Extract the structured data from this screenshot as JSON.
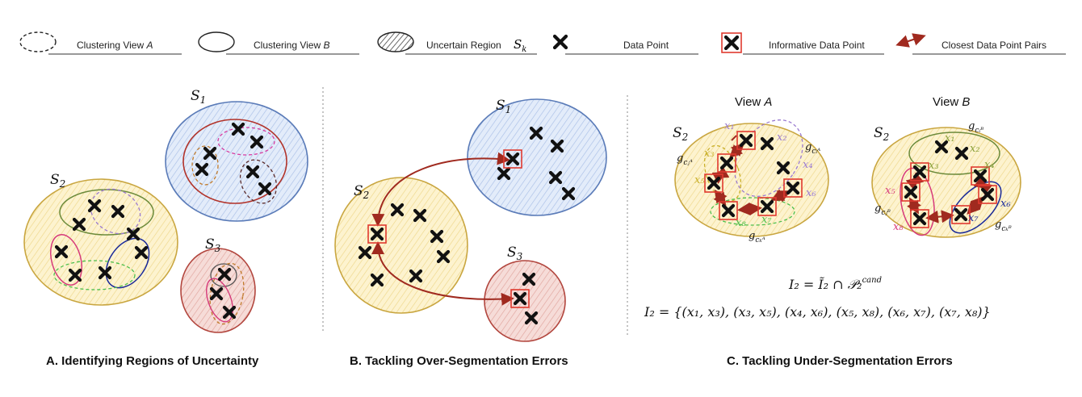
{
  "legend": {
    "view_a": {
      "label_prefix": "Clustering View ",
      "label_var": "A"
    },
    "view_b": {
      "label_prefix": "Clustering View ",
      "label_var": "B"
    },
    "uncertain": {
      "label": "Uncertain Region",
      "symbol": "S",
      "symbol_sub": "k"
    },
    "data_point": {
      "label": "Data Point"
    },
    "informative": {
      "label": "Informative Data Point"
    },
    "pairs": {
      "label": "Closest Data Point Pairs"
    }
  },
  "panel_a": {
    "caption": "A. Identifying Regions of Uncertainty",
    "s1": {
      "base": "S",
      "sub": "1"
    },
    "s2": {
      "base": "S",
      "sub": "2"
    },
    "s3": {
      "base": "S",
      "sub": "3"
    }
  },
  "panel_b": {
    "caption": "B. Tackling Over-Segmentation Errors",
    "s1": {
      "base": "S",
      "sub": "1"
    },
    "s2": {
      "base": "S",
      "sub": "2"
    },
    "s3": {
      "base": "S",
      "sub": "3"
    }
  },
  "panel_c": {
    "caption": "C. Tackling Under-Segmentation Errors",
    "view_a": {
      "prefix": "View ",
      "var": "A"
    },
    "view_b": {
      "prefix": "View ",
      "var": "B"
    },
    "s2_a": {
      "base": "S",
      "sub": "2"
    },
    "s2_b": {
      "base": "S",
      "sub": "2"
    },
    "labels_a": {
      "x1": "x₁",
      "x2": "x₂",
      "x3": "x₃",
      "x4": "x₄",
      "x5": "x₅",
      "x6": "x₆",
      "x7": "x₇",
      "x8": "x₈",
      "gi": "g",
      "gi_sub": "cᵢᴬ",
      "gj": "g",
      "gj_sub": "cⱼᴬ",
      "gk": "g",
      "gk_sub": "cₖᴬ"
    },
    "labels_b": {
      "x1": "x₁",
      "x2": "x₂",
      "x3": "x₃",
      "x4": "x₄",
      "x5": "x₅",
      "x6": "x₆",
      "x7": "x₇",
      "x8": "x₈",
      "gi": "g",
      "gi_sub": "cᵢᴮ",
      "gj": "g",
      "gj_sub": "cⱼᴮ",
      "gk": "g",
      "gk_sub": "cₖᴮ"
    },
    "eq1": "I₂ = Ĩ₂ ∩ 𝒫₂",
    "eq1_sup": "cand",
    "eq2": "I₂ = {(x₁, x₃), (x₃, x₅), (x₄, x₆), (x₅, x₈), (x₆, x₇), (x₇, x₈)}"
  },
  "colors": {
    "blue_fill": "#d4e1f7",
    "blue_edge": "#5a7bb8",
    "yellow_fill": "#fbeeb9",
    "yellow_edge": "#c9a640",
    "red_fill": "#f2cfcb",
    "red_edge": "#b2463e",
    "arrow": "#a02a1f",
    "informative": "#e03a2f"
  }
}
